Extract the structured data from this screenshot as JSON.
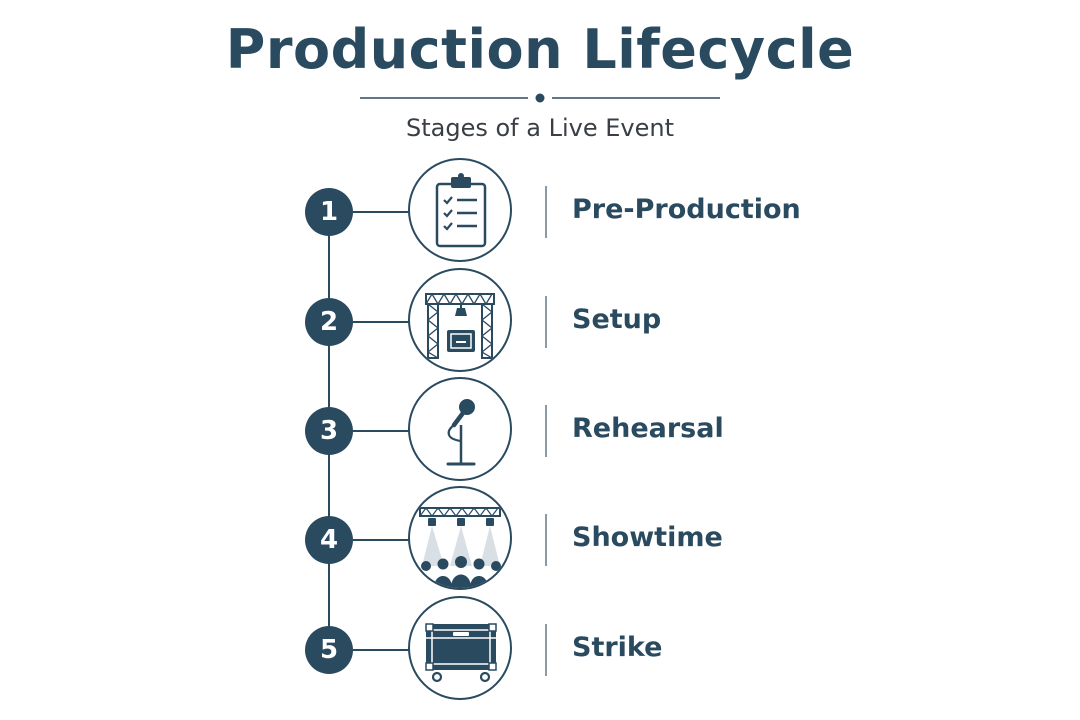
{
  "header": {
    "title": "Production Lifecycle",
    "subtitle": "Stages of a Live Event"
  },
  "colors": {
    "primary": "#2a4a60",
    "divider": "#8a9aa6",
    "text": "#3a3f45"
  },
  "stages": [
    {
      "number": "1",
      "label": "Pre-Production",
      "icon": "clipboard-checklist-icon"
    },
    {
      "number": "2",
      "label": "Setup",
      "icon": "truss-stage-icon"
    },
    {
      "number": "3",
      "label": "Rehearsal",
      "icon": "microphone-stand-icon"
    },
    {
      "number": "4",
      "label": "Showtime",
      "icon": "spotlights-audience-icon"
    },
    {
      "number": "5",
      "label": "Strike",
      "icon": "road-case-icon"
    }
  ]
}
